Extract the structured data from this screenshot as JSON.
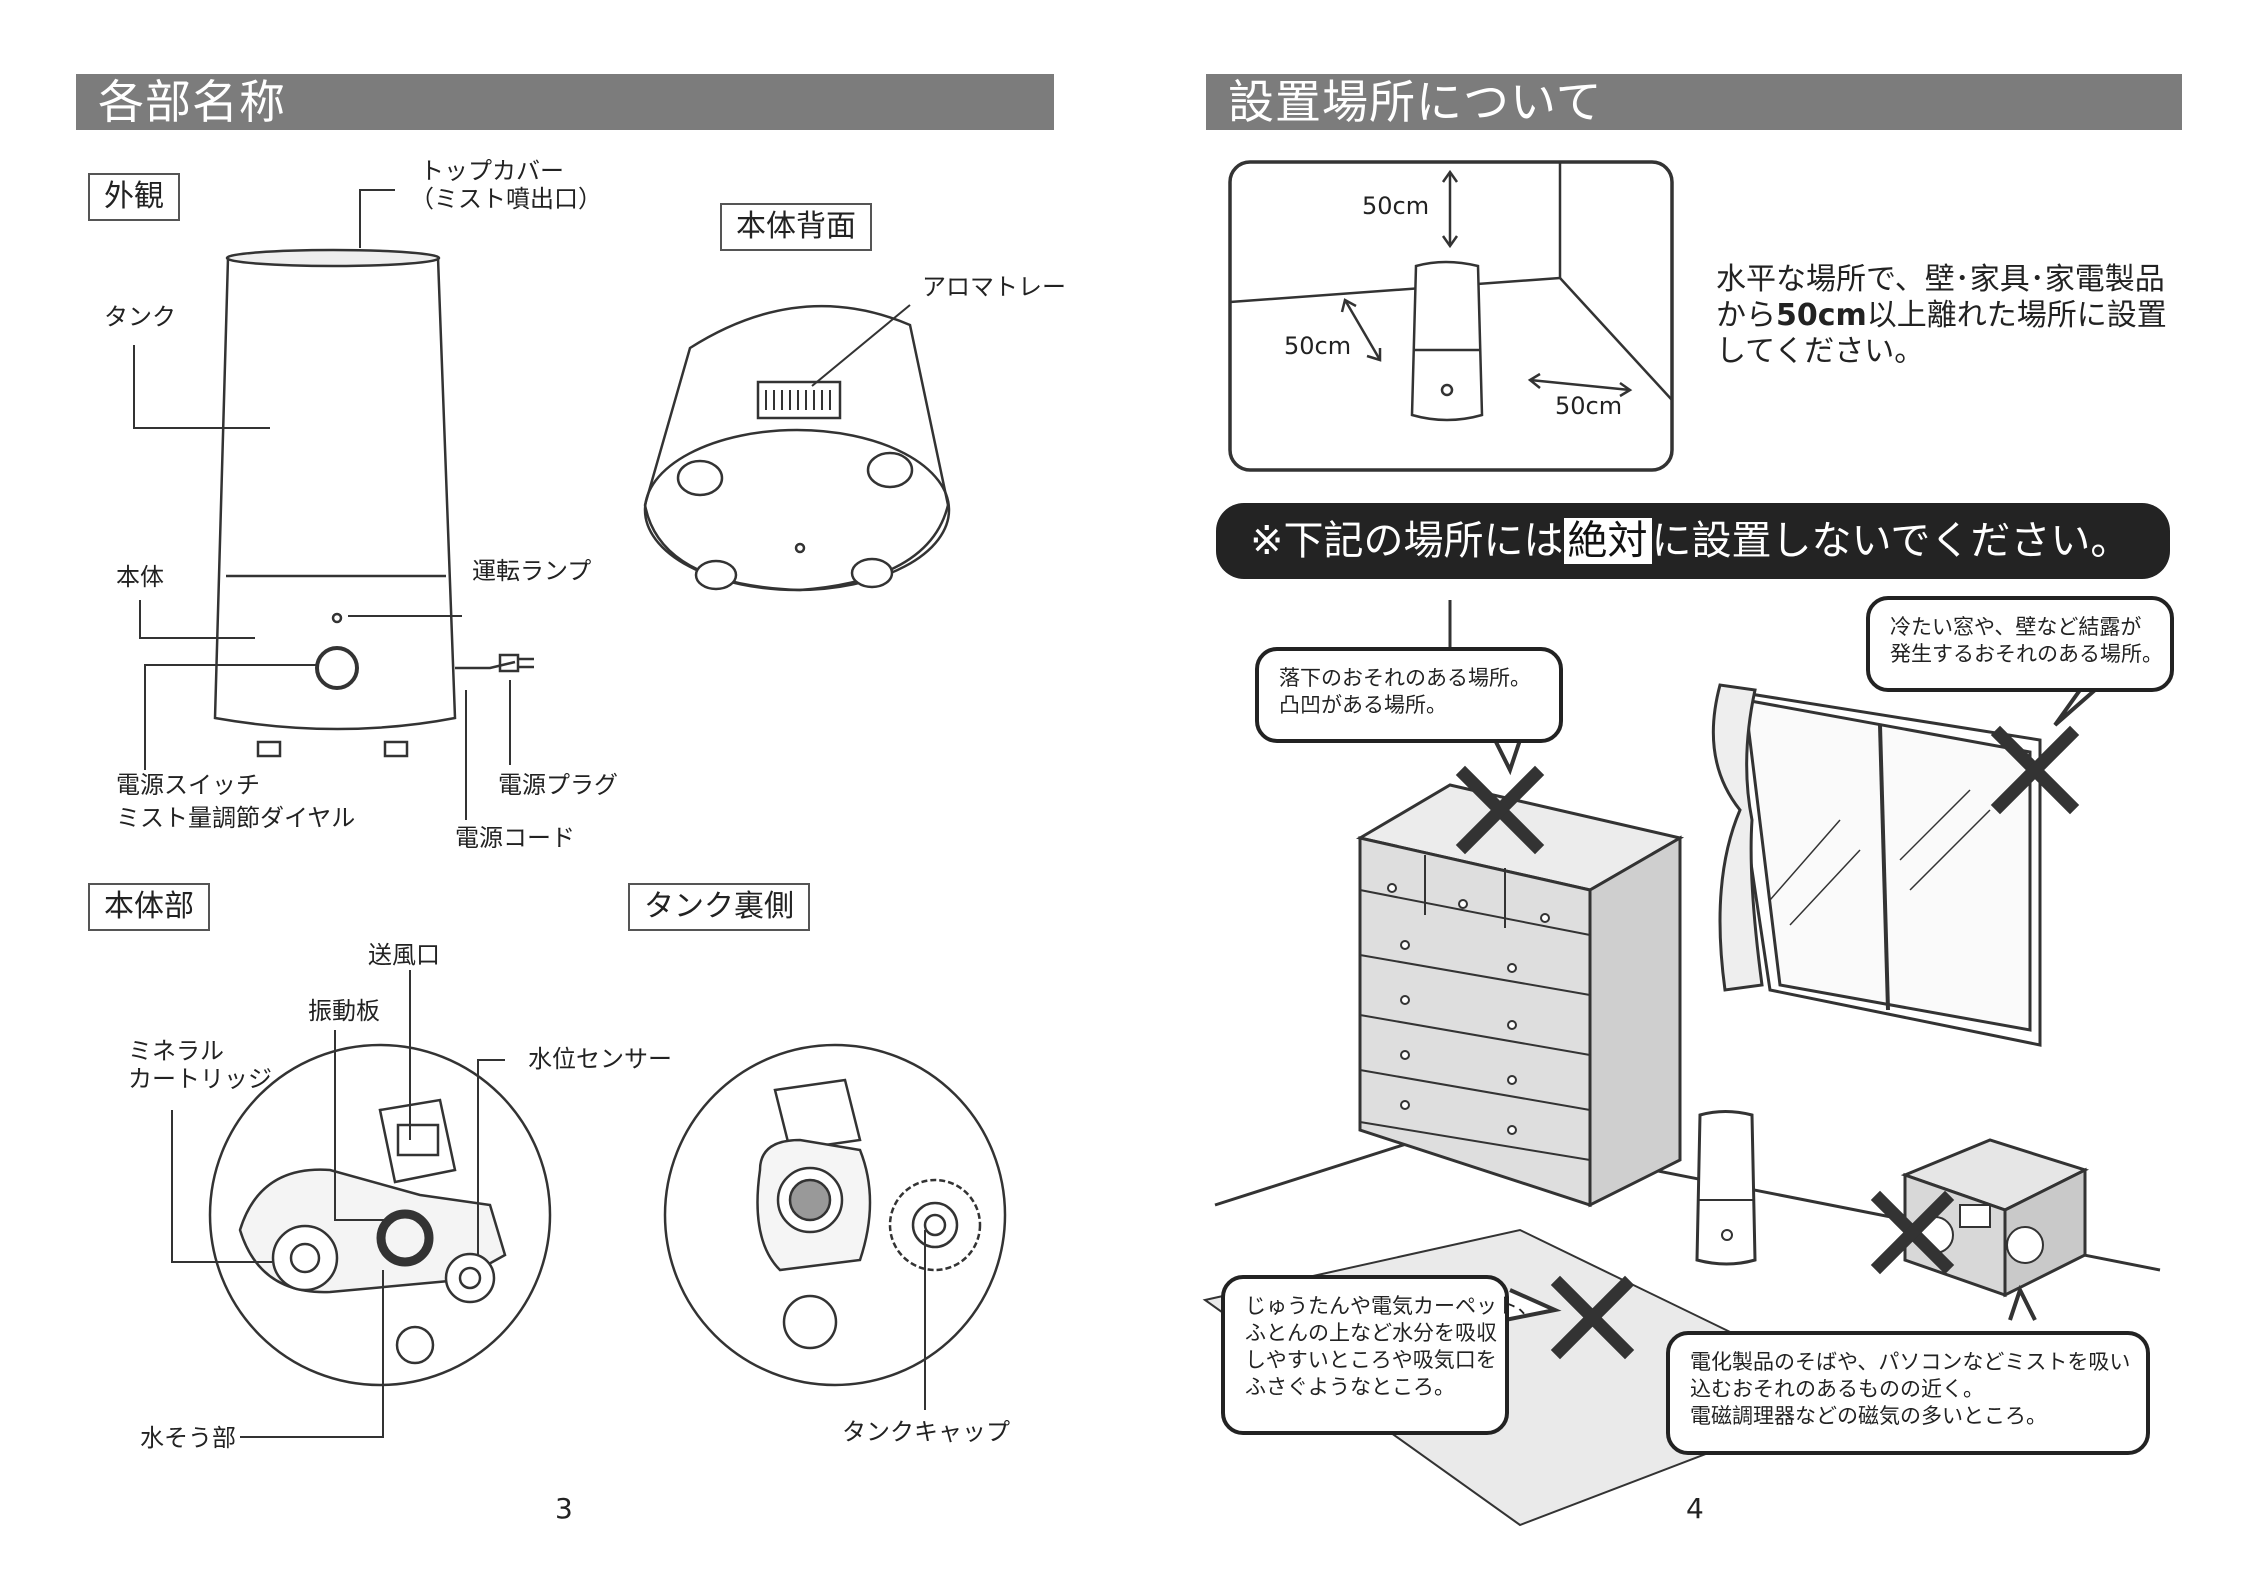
{
  "left_page": {
    "title": "各部名称",
    "sections": {
      "exterior": "外観",
      "rear": "本体背面",
      "body": "本体部",
      "tank_back": "タンク裏側"
    },
    "exterior_labels": {
      "top_cover_1": "トップカバー",
      "top_cover_2": "（ミスト噴出口）",
      "tank": "タンク",
      "body": "本体",
      "lamp": "運転ランプ",
      "switch_1": "電源スイッチ",
      "switch_2": "ミスト量調節ダイヤル",
      "plug": "電源プラグ",
      "cord": "電源コード"
    },
    "rear_labels": {
      "aroma": "アロマトレー"
    },
    "body_labels": {
      "outlet": "送風口",
      "vibration": "振動板",
      "mineral_1": "ミネラル",
      "mineral_2": "カートリッジ",
      "sensor": "水位センサー",
      "water_tank": "水そう部"
    },
    "tank_labels": {
      "cap": "タンクキャップ"
    },
    "page_number": "3"
  },
  "right_page": {
    "title": "設置場所について",
    "diagram_labels": {
      "top": "50cm",
      "left": "50cm",
      "right": "50cm"
    },
    "description": {
      "line1": "水平な場所で、壁･家具･家電製品",
      "line2_pre": "から",
      "line2_bold": "50cm",
      "line2_post": "以上離れた場所に設置",
      "line3": "してください。"
    },
    "warning_banner": {
      "pre": "※下記の場所には",
      "highlight": "絶対",
      "post": "に設置しないでください。"
    },
    "bubbles": {
      "fall": [
        "落下のおそれのある場所。",
        "凸凹がある場所。"
      ],
      "window": [
        "冷たい窓や、壁など結露が",
        "発生するおそれのある場所。"
      ],
      "carpet": [
        "じゅうたんや電気カーペット、",
        "ふとんの上など水分を吸収",
        "しやすいところや吸気口を",
        "ふさぐようなところ。"
      ],
      "electronics": [
        "電化製品のそばや、パソコンなどミストを吸い",
        "込むおそれのあるものの近く。",
        "電磁調理器などの磁気の多いところ。"
      ]
    },
    "page_number": "4"
  },
  "colors": {
    "header_bg": "#7c7c7c",
    "banner_bg": "#232323",
    "ink": "#222222"
  }
}
